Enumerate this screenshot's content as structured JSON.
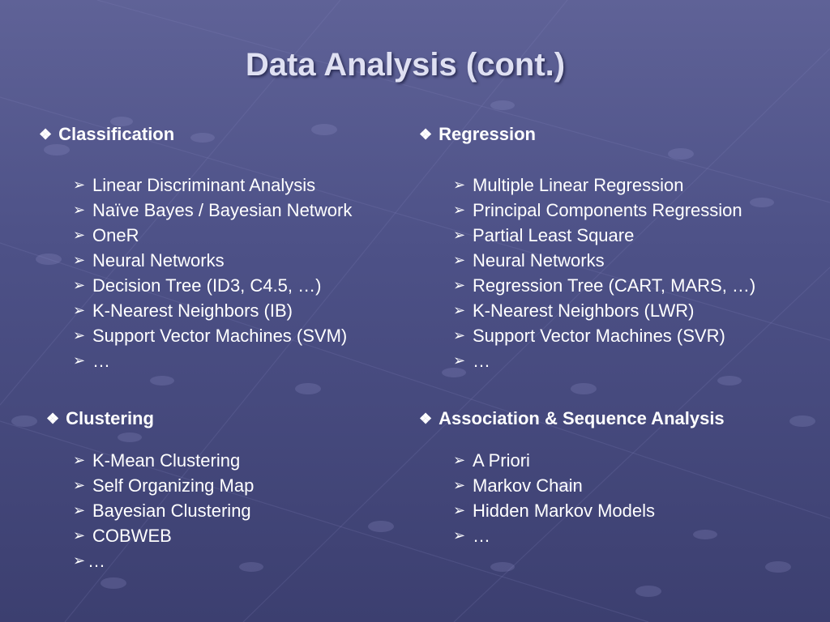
{
  "slide": {
    "title": "Data Analysis (cont.)",
    "bullet_icon": "four-diamond-icon",
    "subbullet_icon": "arrow-bullet-icon",
    "sections": {
      "classification": {
        "heading": "Classification",
        "items": [
          "Linear Discriminant Analysis",
          "Naïve Bayes / Bayesian Network",
          "OneR",
          "Neural Networks",
          "Decision Tree (ID3, C4.5, …)",
          "K-Nearest Neighbors (IB)",
          "Support Vector Machines (SVM)",
          "…"
        ]
      },
      "regression": {
        "heading": "Regression",
        "items": [
          "Multiple Linear Regression",
          "Principal Components Regression",
          "Partial Least Square",
          "Neural Networks",
          "Regression Tree (CART, MARS, …)",
          "K-Nearest Neighbors (LWR)",
          "Support Vector Machines (SVR)",
          "…"
        ]
      },
      "clustering": {
        "heading": "Clustering",
        "items": [
          "K-Mean Clustering",
          "Self Organizing Map",
          "Bayesian Clustering",
          "COBWEB",
          "…"
        ]
      },
      "association": {
        "heading": "Association & Sequence Analysis",
        "items": [
          "A Priori",
          "Markov Chain",
          "Hidden Markov Models",
          "…"
        ]
      }
    }
  }
}
